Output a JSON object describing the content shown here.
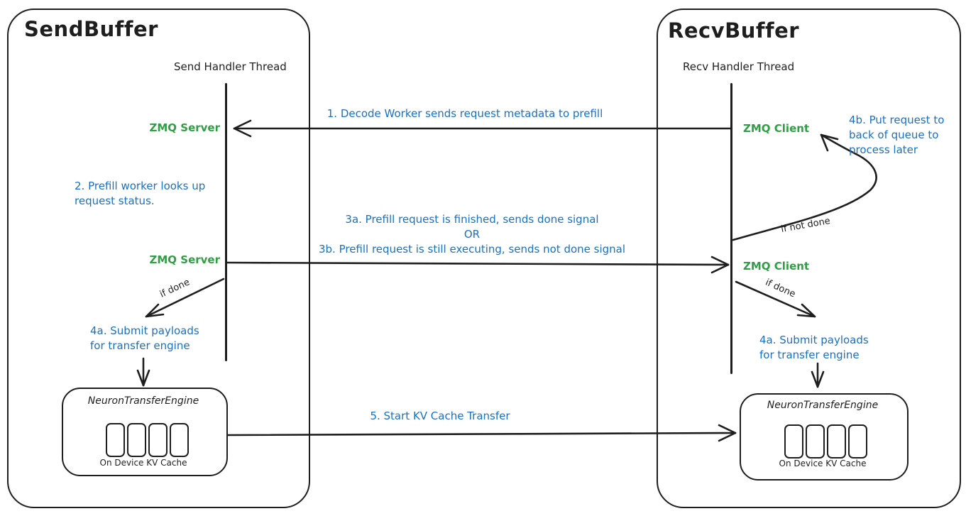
{
  "colors": {
    "stroke": "#1e1e1e",
    "annotation_blue": "#1971c2",
    "zmq_green": "#2f9e44",
    "background": "#ffffff"
  },
  "send": {
    "title": "SendBuffer",
    "thread_label": "Send Handler Thread",
    "zmq_labels": [
      "ZMQ Server",
      "ZMQ Server"
    ],
    "engine": {
      "title": "NeuronTransferEngine",
      "cache_label": "On Device KV Cache",
      "cache_slots": 4
    }
  },
  "recv": {
    "title": "RecvBuffer",
    "thread_label": "Recv Handler Thread",
    "zmq_labels": [
      "ZMQ Client",
      "ZMQ Client"
    ],
    "engine": {
      "title": "NeuronTransferEngine",
      "cache_label": "On Device KV Cache",
      "cache_slots": 4
    }
  },
  "annotations": {
    "step1": "1. Decode Worker sends request metadata to prefill",
    "step2": "2. Prefill worker looks up request status.",
    "step3a": "3a. Prefill request is finished, sends done signal",
    "step3_or": "OR",
    "step3b": "3b. Prefill request is still executing, sends not done signal",
    "step4a": "4a. Submit payloads for transfer engine",
    "step4b": "4b. Put request to back of queue to process later",
    "step5": "5. Start KV Cache Transfer",
    "if_done": "if done",
    "if_not_done": "if not done"
  }
}
